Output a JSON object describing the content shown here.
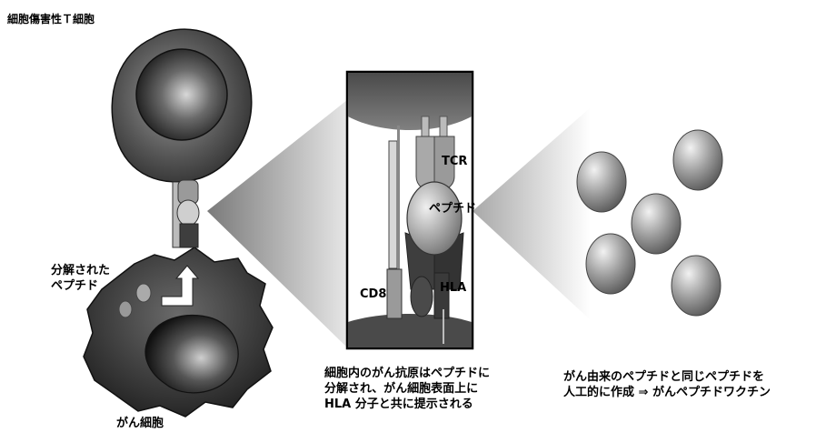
{
  "labels": {
    "ctl": "細胞傷害性Ｔ細胞",
    "cancer_cell": "がん細胞",
    "degraded_peptide_line1": "分解された",
    "degraded_peptide_line2": "ペプチド",
    "tcr": "TCR",
    "peptide": "ペプチド",
    "cd8": "CD8",
    "hla": "HLA"
  },
  "captions": {
    "middle": [
      "細胞内のがん抗原はペプチドに",
      "分解され、がん細胞表面上に",
      "HLA 分子と共に提示される"
    ],
    "right": [
      "がん由来のペプチドと同じペプチドを",
      "人工的に作成 ⇒ がんペプチドワクチン"
    ]
  }
}
